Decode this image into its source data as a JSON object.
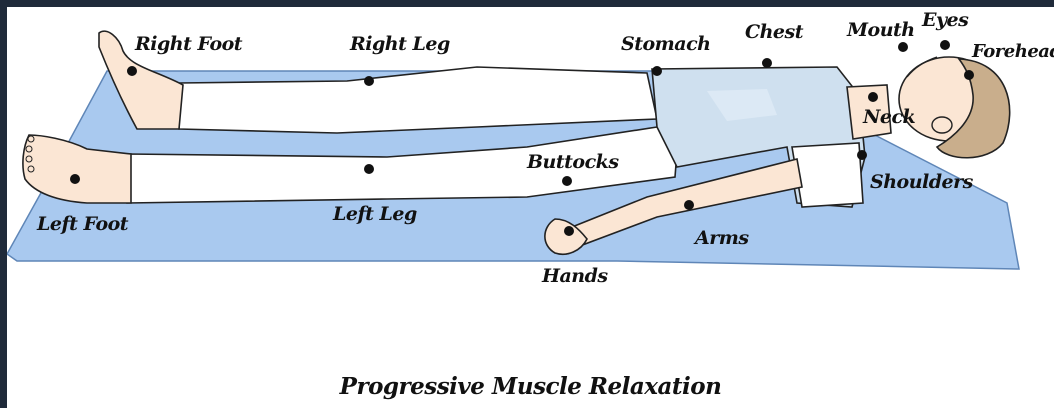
{
  "title": "Progressive Muscle Relaxation",
  "labels": {
    "right_foot": "Right Foot",
    "right_leg": "Right Leg",
    "stomach": "Stomach",
    "chest": "Chest",
    "mouth": "Mouth",
    "eyes": "Eyes",
    "forehead": "Forehead",
    "neck": "Neck",
    "shoulders": "Shoulders",
    "buttocks": "Buttocks",
    "left_foot": "Left Foot",
    "left_leg": "Left Leg",
    "arms": "Arms",
    "hands": "Hands"
  },
  "colors": {
    "mat": "#a9c9ef",
    "shirt": "#cfe0ef",
    "pants": "#ffffff",
    "skin": "#fbe6d4",
    "hair": "#c9ae8c",
    "marker": "#111111",
    "page_border": "#1f2a3a"
  }
}
